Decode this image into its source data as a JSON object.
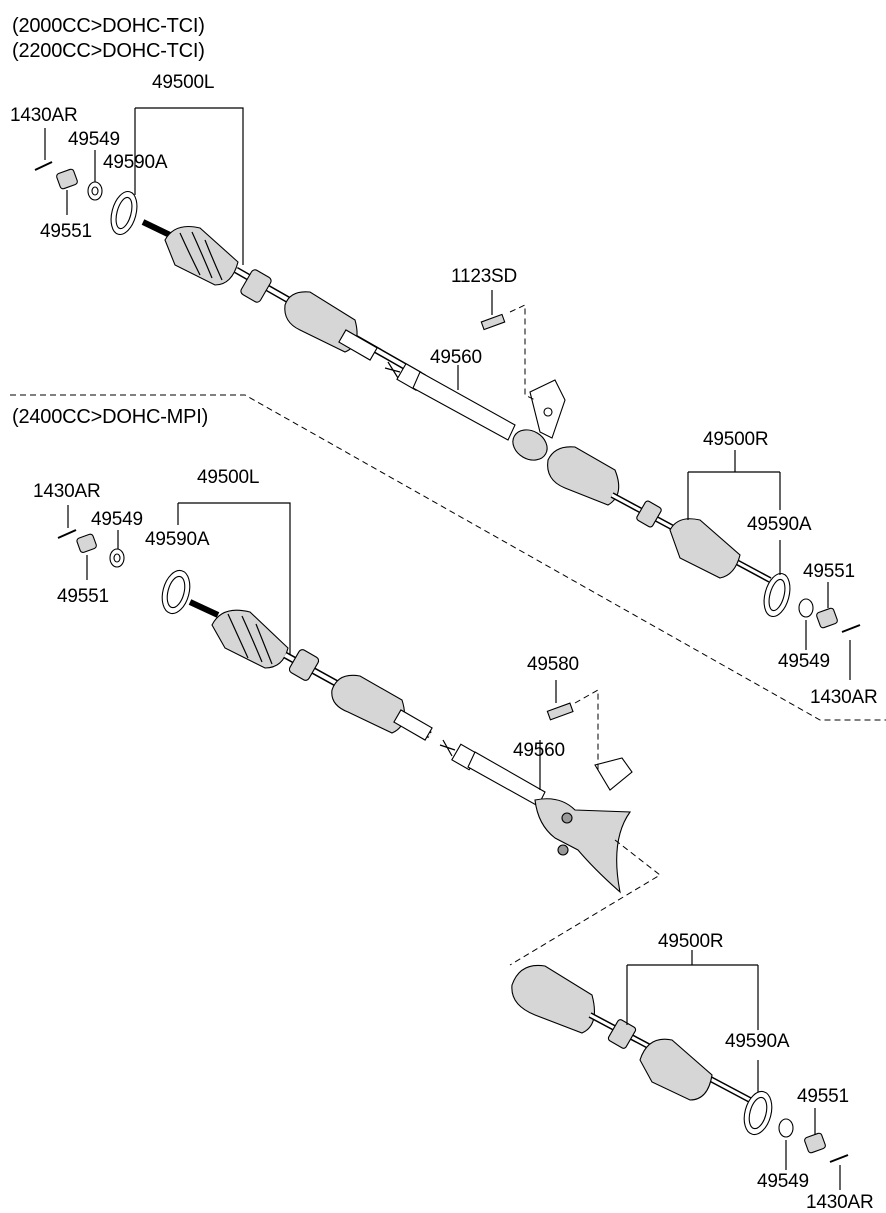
{
  "sections": {
    "top": {
      "headers": [
        "(2000CC>DOHC-TCI)",
        "(2200CC>DOHC-TCI)"
      ],
      "labels": {
        "shaft_left": "49500L",
        "cotter_pin_left": "1430AR",
        "washer_left": "49549",
        "ring_left": "49590A",
        "nut_left": "49551",
        "bolt": "1123SD",
        "center_shaft": "49560",
        "shaft_right": "49500R",
        "ring_right": "49590A",
        "nut_right": "49551",
        "washer_right": "49549",
        "cotter_pin_right": "1430AR"
      }
    },
    "bottom": {
      "headers": [
        "(2400CC>DOHC-MPI)"
      ],
      "labels": {
        "cotter_pin_left": "1430AR",
        "shaft_left": "49500L",
        "washer_left": "49549",
        "ring_left": "49590A",
        "nut_left": "49551",
        "bracket_bolt": "49580",
        "center_shaft": "49560",
        "shaft_right": "49500R",
        "ring_right": "49590A",
        "nut_right": "49551",
        "washer_right": "49549",
        "cotter_pin_right": "1430AR"
      }
    }
  }
}
